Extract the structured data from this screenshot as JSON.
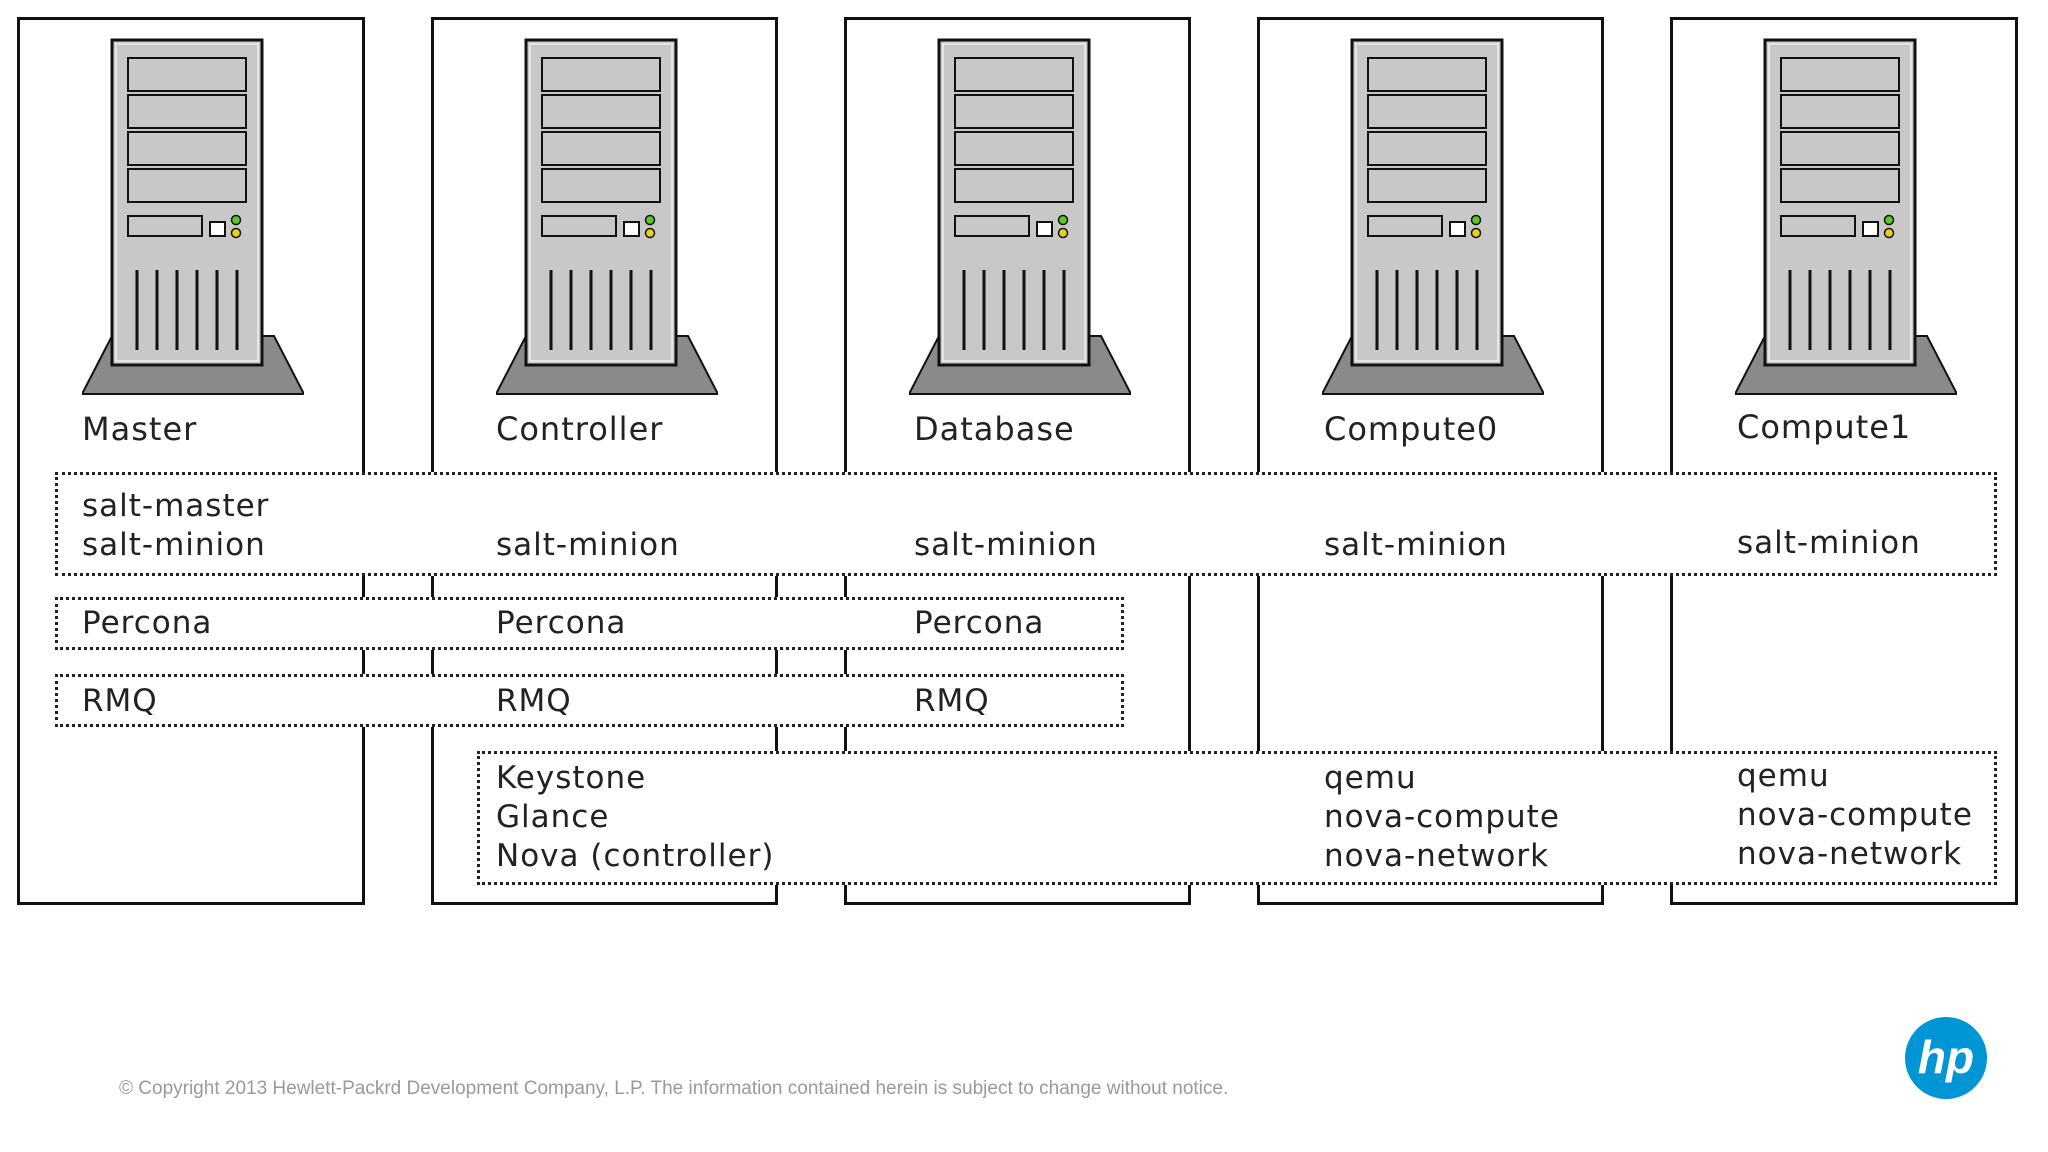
{
  "servers": [
    {
      "name": "Master"
    },
    {
      "name": "Controller"
    },
    {
      "name": "Database"
    },
    {
      "name": "Compute0"
    },
    {
      "name": "Compute1"
    }
  ],
  "salt_band": {
    "master": [
      "salt-master",
      "salt-minion"
    ],
    "controller": "salt-minion",
    "database": "salt-minion",
    "compute0": "salt-minion",
    "compute1": "salt-minion"
  },
  "percona_band": [
    "Percona",
    "Percona",
    "Percona"
  ],
  "rmq_band": [
    "RMQ",
    "RMQ",
    "RMQ"
  ],
  "openstack_band": {
    "controller": [
      "Keystone",
      "Glance",
      "Nova (controller)"
    ],
    "compute0": [
      "qemu",
      "nova-compute",
      "nova-network"
    ],
    "compute1": [
      "qemu",
      "nova-compute",
      "nova-network"
    ]
  },
  "footer": {
    "copyright": "© Copyright 2013 Hewlett-Packrd Development Company, L.P.  The information contained herein is subject to change without notice."
  },
  "logo": {
    "text": "hp",
    "icon": "hp-logo-icon",
    "color": "#0096d6"
  },
  "colors": {
    "outline": "#111111",
    "tower_body": "#c8c8c8",
    "tower_base": "#8a8a8a",
    "led_green": "#55cc22",
    "led_yellow": "#e6d21e"
  }
}
